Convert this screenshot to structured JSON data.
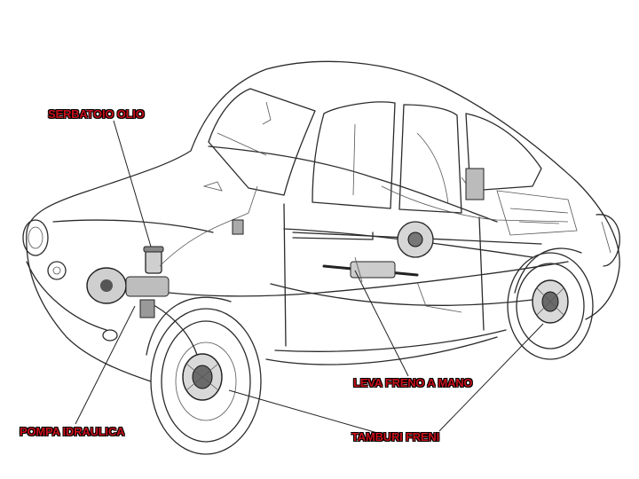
{
  "labels": {
    "serbatoio_olio": "SERBATOIO OLIO",
    "leva_freno_a_mano": "LEVA FRENO A MANO",
    "pompa_idraulica": "POMPA IDRAULICA",
    "tamburi_freni": "TAMBURI FRENI"
  },
  "colors": {
    "label": "#c8101a",
    "label_outline": "#000000",
    "ink": "#2b2b2b"
  },
  "icons": {
    "car": "car-cutaway-drawing",
    "drum": "brake-drum-icon"
  }
}
